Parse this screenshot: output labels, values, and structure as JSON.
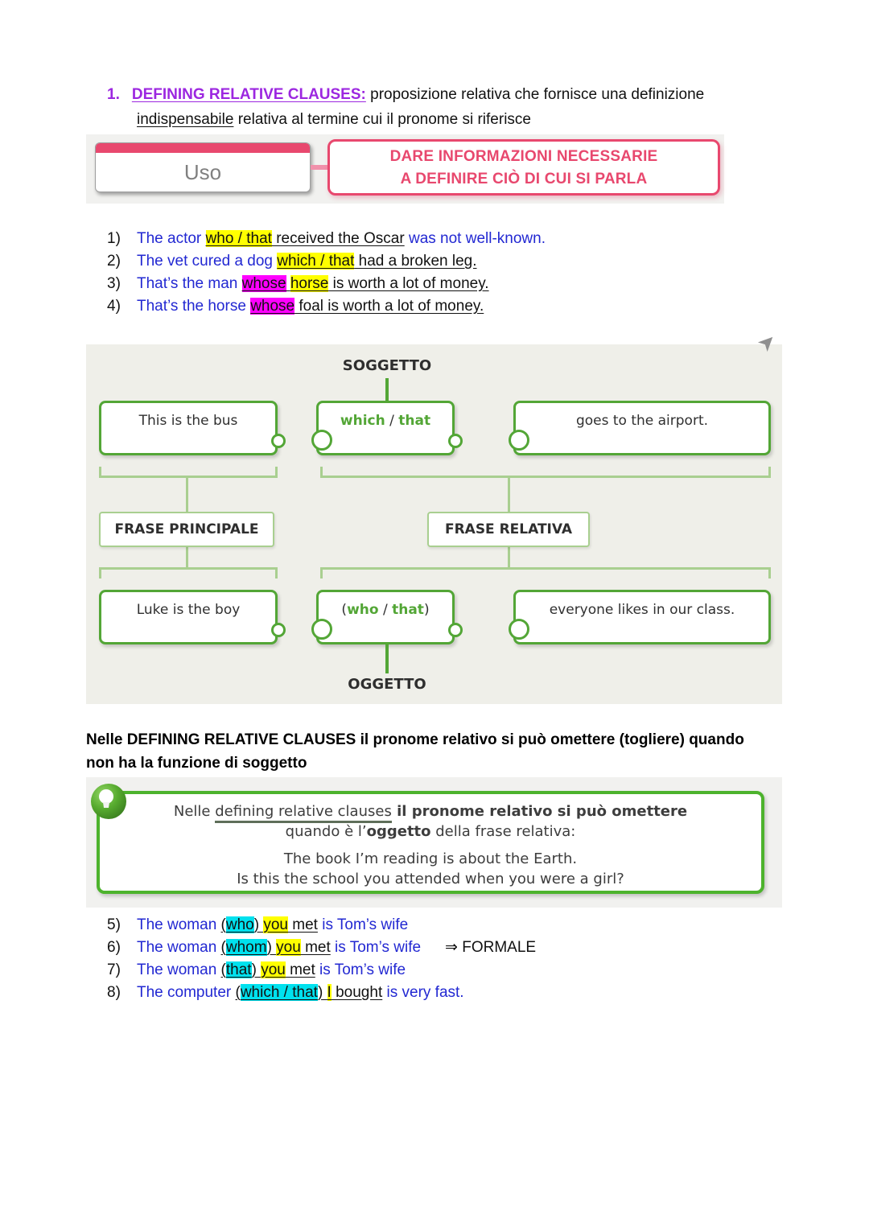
{
  "colors": {
    "purple": "#9c27e0",
    "blue": "#2228d2",
    "pink": "#e8486e",
    "pink_light": "#f191ab",
    "green_dark": "#53a636",
    "green_bright": "#4db32d",
    "green_light": "#a9cf90",
    "yellow_hl": "#ffff00",
    "magenta_hl": "#ff00ff",
    "cyan_hl": "#00e1ee",
    "diagram_bg": "#efefe9",
    "strip_bg": "#f1f1ef",
    "text_dark": "#111111",
    "diagram_text": "#303030",
    "gray_icon": "#8f8f8f",
    "uso_text": "#808080"
  },
  "heading": {
    "number": "1.",
    "title": "DEFINING RELATIVE CLAUSES:",
    "rest": " proposizione relativa che fornisce una definizione",
    "line2_underlined": "indispensabile",
    "line2_rest": " relativa al termine cui il pronome si riferisce"
  },
  "uso": {
    "label": "Uso",
    "line1": "DARE INFORMAZIONI NECESSARIE",
    "line2": "A DEFINIRE CIÒ DI CUI SI PARLA"
  },
  "examples_top": [
    {
      "num": "1)",
      "segments": [
        {
          "t": "The actor ",
          "s": "blue"
        },
        {
          "t": "who / that",
          "s": "hl-yellow"
        },
        {
          "t": " received the Oscar",
          "s": "u"
        },
        {
          "t": " was not well-known.",
          "s": "blue"
        }
      ]
    },
    {
      "num": "2)",
      "segments": [
        {
          "t": "The vet cured a dog ",
          "s": "blue"
        },
        {
          "t": "which / that",
          "s": "hl-yellow"
        },
        {
          "t": " had a broken leg.",
          "s": "u"
        }
      ]
    },
    {
      "num": "3)",
      "segments": [
        {
          "t": "That’s the man ",
          "s": "blue"
        },
        {
          "t": "whose",
          "s": "hl-magenta"
        },
        {
          "t": " ",
          "s": "u"
        },
        {
          "t": "horse",
          "s": "hl-yellow"
        },
        {
          "t": " is worth a lot of money.",
          "s": "u"
        }
      ]
    },
    {
      "num": "4)",
      "segments": [
        {
          "t": "That’s the horse ",
          "s": "blue"
        },
        {
          "t": "whose",
          "s": "hl-magenta"
        },
        {
          "t": " foal is worth a lot of money.",
          "s": "u"
        }
      ]
    }
  ],
  "diagram": {
    "soggetto_label": "SOGGETTO",
    "oggetto_label": "OGGETTO",
    "frase_principale": "FRASE PRINCIPALE",
    "frase_relativa": "FRASE RELATIVA",
    "row1": {
      "left": "This is the bus",
      "pronoun": {
        "open": "",
        "w1": "which",
        "sep": " / ",
        "w2": "that",
        "close": ""
      },
      "right": "goes to the airport."
    },
    "row2": {
      "left": "Luke is the boy",
      "pronoun": {
        "open": "(",
        "w1": "who",
        "sep": " / ",
        "w2": "that",
        "close": ")"
      },
      "right": "everyone likes in our class."
    }
  },
  "icons": {
    "expand_glyph": "➤"
  },
  "note": {
    "line1": "Nelle DEFINING RELATIVE CLAUSES il pronome relativo si può omettere (togliere) quando",
    "line2": "non ha la funzione di soggetto"
  },
  "green_box": {
    "l1_pre": "Nelle ",
    "l1_underlined": "defining relative clauses",
    "l1_bold": " il pronome relativo si può omettere",
    "l2_pre": "quando è l’",
    "l2_bold": "oggetto",
    "l2_post": " della frase relativa:",
    "example1": "The book I’m reading is about the Earth.",
    "example2": "Is this the school you attended when you were a girl?"
  },
  "examples_bottom": [
    {
      "num": "5)",
      "segments": [
        {
          "t": "The woman ",
          "s": "blue"
        },
        {
          "t": "(",
          "s": "u"
        },
        {
          "t": "who",
          "s": "hl-cyan"
        },
        {
          "t": ") ",
          "s": "u"
        },
        {
          "t": "you",
          "s": "hl-yellow"
        },
        {
          "t": " met",
          "s": "u"
        },
        {
          "t": " is Tom’s wife",
          "s": "blue"
        }
      ]
    },
    {
      "num": "6)",
      "segments": [
        {
          "t": "The woman ",
          "s": "blue"
        },
        {
          "t": "(",
          "s": "u"
        },
        {
          "t": "whom",
          "s": "hl-cyan"
        },
        {
          "t": ") ",
          "s": "u"
        },
        {
          "t": "you",
          "s": "hl-yellow"
        },
        {
          "t": " met",
          "s": "u"
        },
        {
          "t": " is Tom’s wife",
          "s": "blue"
        },
        {
          "t": "⇒ FORMALE",
          "s": "arrow"
        }
      ]
    },
    {
      "num": "7)",
      "segments": [
        {
          "t": "The woman ",
          "s": "blue"
        },
        {
          "t": "(",
          "s": "u"
        },
        {
          "t": "that",
          "s": "hl-cyan"
        },
        {
          "t": ") ",
          "s": "u"
        },
        {
          "t": "you",
          "s": "hl-yellow"
        },
        {
          "t": " met",
          "s": "u"
        },
        {
          "t": " is Tom’s wife",
          "s": "blue"
        }
      ]
    },
    {
      "num": "8)",
      "segments": [
        {
          "t": "The computer ",
          "s": "blue"
        },
        {
          "t": "(",
          "s": "u"
        },
        {
          "t": "which / that",
          "s": "hl-cyan"
        },
        {
          "t": ") ",
          "s": "u"
        },
        {
          "t": "I",
          "s": "hl-yellow"
        },
        {
          "t": " bought",
          "s": "u"
        },
        {
          "t": " is very fast.",
          "s": "blue"
        }
      ]
    }
  ]
}
